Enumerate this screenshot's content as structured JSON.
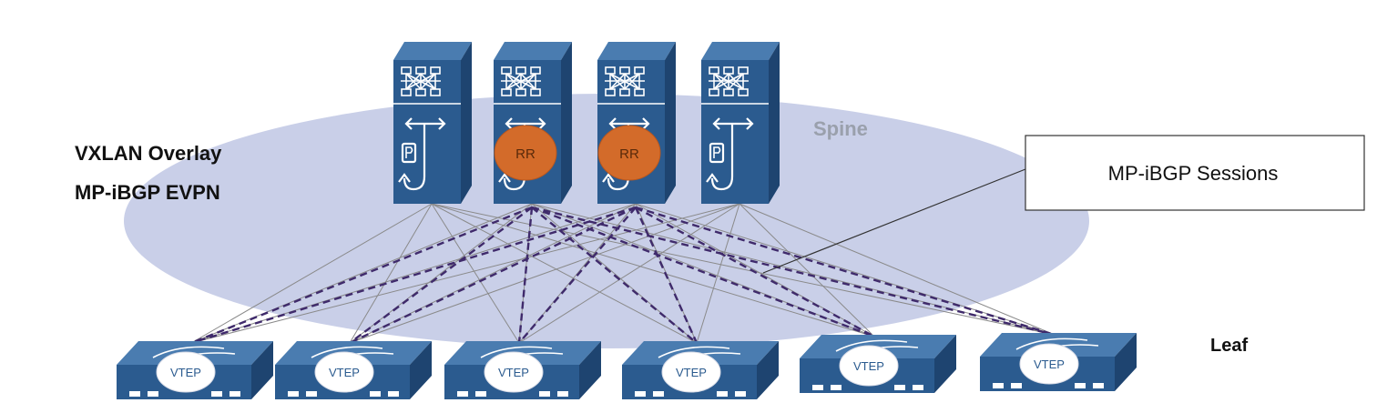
{
  "overlay": {
    "line1": "VXLAN Overlay",
    "line2": "MP-iBGP EVPN"
  },
  "tiers": {
    "spine": "Spine",
    "leaf": "Leaf"
  },
  "callout": {
    "label": "MP-iBGP Sessions"
  },
  "spines": [
    {
      "id": "spine-1",
      "route_reflector": false,
      "icon": "spine-switch-icon"
    },
    {
      "id": "spine-2",
      "route_reflector": true,
      "badge": "RR",
      "icon": "spine-switch-icon"
    },
    {
      "id": "spine-3",
      "route_reflector": true,
      "badge": "RR",
      "icon": "spine-switch-icon"
    },
    {
      "id": "spine-4",
      "route_reflector": false,
      "icon": "spine-switch-icon"
    }
  ],
  "leaves": [
    {
      "id": "leaf-1",
      "badge": "VTEP",
      "icon": "leaf-switch-icon"
    },
    {
      "id": "leaf-2",
      "badge": "VTEP",
      "icon": "leaf-switch-icon"
    },
    {
      "id": "leaf-3",
      "badge": "VTEP",
      "icon": "leaf-switch-icon"
    },
    {
      "id": "leaf-4",
      "badge": "VTEP",
      "icon": "leaf-switch-icon"
    },
    {
      "id": "leaf-5",
      "badge": "VTEP",
      "icon": "leaf-switch-icon"
    },
    {
      "id": "leaf-6",
      "badge": "VTEP",
      "icon": "leaf-switch-icon"
    }
  ],
  "links": {
    "physical": "every spine to every leaf (thin gray)",
    "mp_ibgp_sessions": "every route reflector to every leaf (dashed purple)"
  },
  "colors": {
    "ellipse": "#c9cfe8",
    "switch_front": "#2b5b8f",
    "switch_top": "#4a7cb0",
    "switch_side": "#1e4470",
    "rr_badge": "#d36b2a",
    "session_line": "#3f2a6b",
    "physical_line": "#8a8a8a",
    "spine_label": "#9aa0ac",
    "text_dark": "#111111"
  }
}
